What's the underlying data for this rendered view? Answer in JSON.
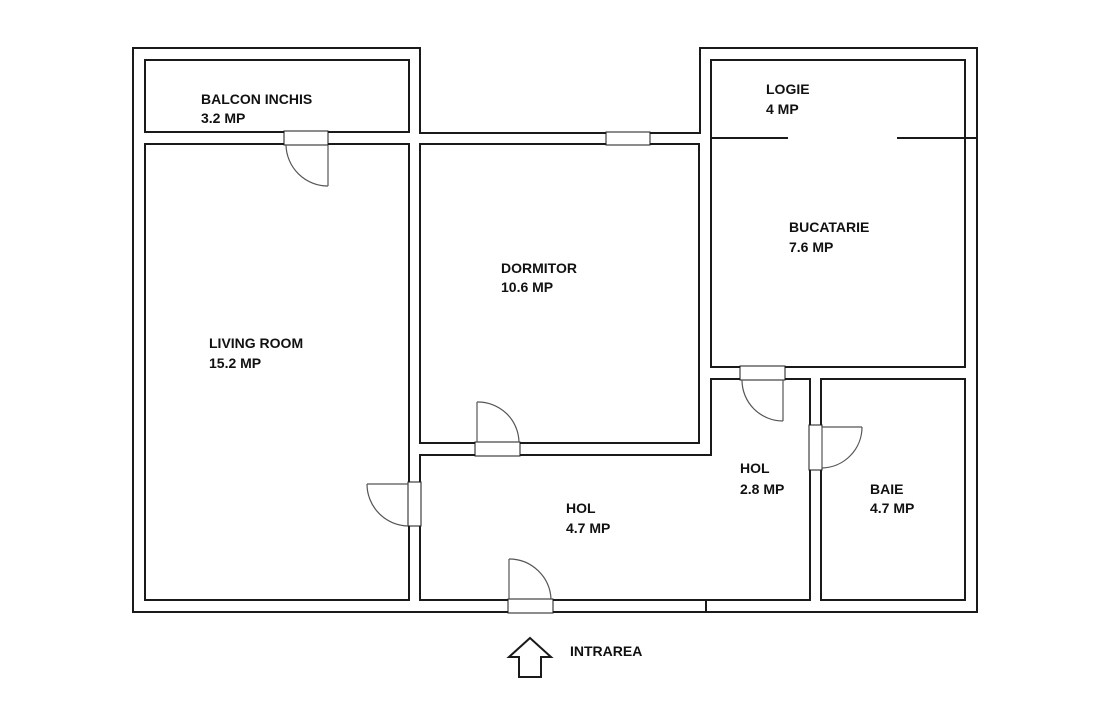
{
  "rooms": {
    "balcon": {
      "name": "BALCON INCHIS",
      "area": "3.2 MP"
    },
    "living": {
      "name": "LIVING ROOM",
      "area": "15.2 MP"
    },
    "dormitor": {
      "name": "DORMITOR",
      "area": "10.6 MP"
    },
    "logie": {
      "name": "LOGIE",
      "area": "4 MP"
    },
    "bucatarie": {
      "name": "BUCATARIE",
      "area": "7.6 MP"
    },
    "hol_mare": {
      "name": "HOL",
      "area": "4.7 MP"
    },
    "hol_mic": {
      "name": "HOL",
      "area": "2.8 MP"
    },
    "baie": {
      "name": "BAIE",
      "area": "4.7 MP"
    }
  },
  "entrance": {
    "label": "INTRAREA"
  },
  "colors": {
    "wall": "#1a1a1a",
    "background": "#ffffff",
    "door": "#555555"
  }
}
